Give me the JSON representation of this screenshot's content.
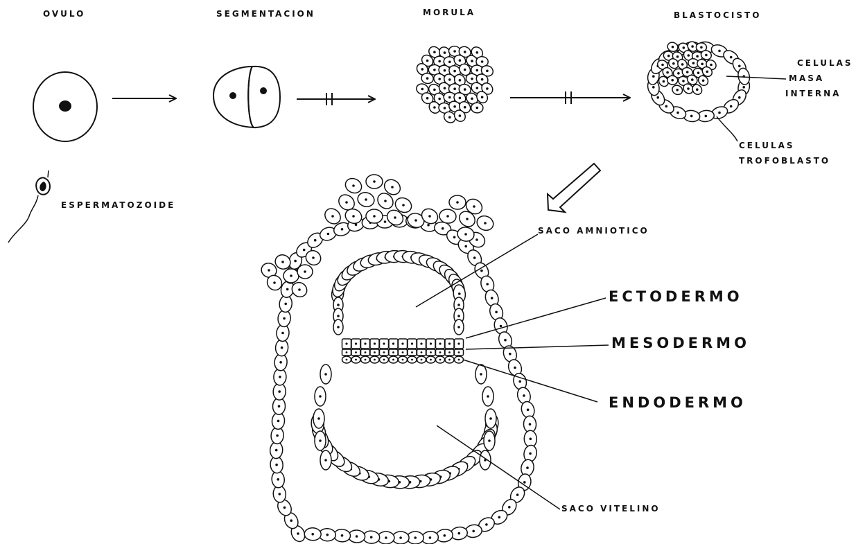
{
  "stages": {
    "ovulo": "OVULO",
    "segmentacion": "SEGMENTACION",
    "morula": "MORULA",
    "blastocisto": "BLASTOCISTO"
  },
  "blastocyst_labels": {
    "masa_line1": "CELULAS",
    "masa_line2": "MASA",
    "masa_line3": "INTERNA",
    "troph_line1": "CELULAS",
    "troph_line2": "TROFOBLASTO"
  },
  "sperm_label": "ESPERMATOZOIDE",
  "embryo_labels": {
    "saco_amniotico": "SACO   AMNIOTICO",
    "ectodermo": "ECTODERMO",
    "mesodermo": "MESODERMO",
    "endodermo": "ENDODERMO",
    "saco_vitelino": "SACO    VITELINO"
  }
}
